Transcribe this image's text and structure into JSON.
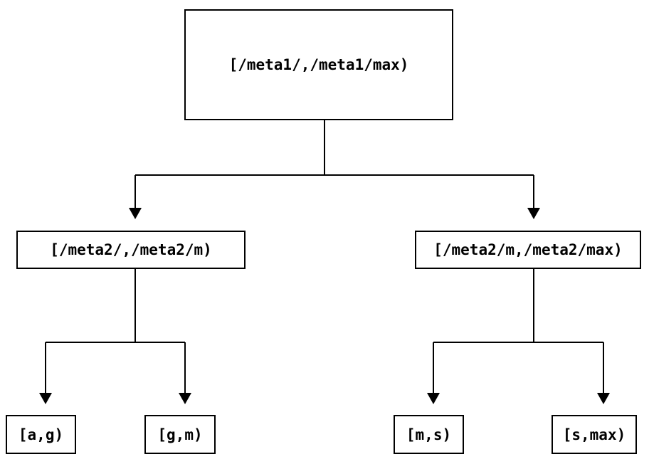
{
  "diagram": {
    "type": "tree",
    "colors": {
      "line": "#000000",
      "background": "#ffffff",
      "node_fill": "#ffffff"
    },
    "nodes": {
      "root": {
        "label": "[/meta1/,/meta1/max)"
      },
      "meta2_low": {
        "label": "[/meta2/,/meta2/m)"
      },
      "meta2_high": {
        "label": "[/meta2/m,/meta2/max)"
      },
      "leaf_a_g": {
        "label": "[a,g)"
      },
      "leaf_g_m": {
        "label": "[g,m)"
      },
      "leaf_m_s": {
        "label": "[m,s)"
      },
      "leaf_s_max": {
        "label": "[s,max)"
      }
    },
    "edges": [
      {
        "from": "root",
        "to": "meta2_low"
      },
      {
        "from": "root",
        "to": "meta2_high"
      },
      {
        "from": "meta2_low",
        "to": "leaf_a_g"
      },
      {
        "from": "meta2_low",
        "to": "leaf_g_m"
      },
      {
        "from": "meta2_high",
        "to": "leaf_m_s"
      },
      {
        "from": "meta2_high",
        "to": "leaf_s_max"
      }
    ]
  }
}
